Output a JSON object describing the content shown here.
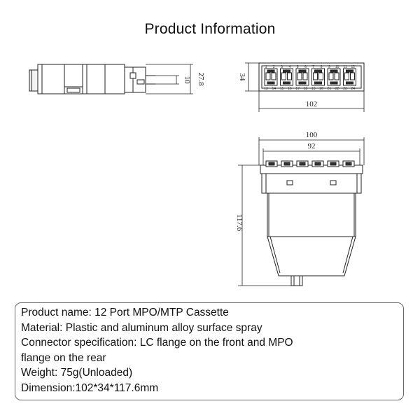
{
  "title": "Product Information",
  "dimensions": {
    "side_total_height": "27.8",
    "side_partial_height": "10",
    "front_height": "34",
    "front_width": "102",
    "top_outer_width": "100",
    "top_inner_width": "92",
    "top_length": "117.6"
  },
  "port_numbers": {
    "top_row": [
      "1",
      "2",
      "3",
      "4",
      "5",
      "6",
      "7",
      "8",
      "9",
      "10",
      "11",
      "12"
    ],
    "bottom_row": [
      "13",
      "14",
      "15",
      "16",
      "17",
      "18",
      "19",
      "20",
      "21",
      "22",
      "23",
      "24"
    ]
  },
  "info": {
    "product_name": "Product name: 12 Port MPO/MTP Cassette",
    "material": "Material: Plastic and aluminum alloy surface spray",
    "connector_line1": "Connector specification: LC flange on the front and MPO",
    "connector_line2": "flange on the rear",
    "weight": "Weight: 75g(Unloaded)",
    "dimension": "Dimension:102*34*117.6mm"
  }
}
